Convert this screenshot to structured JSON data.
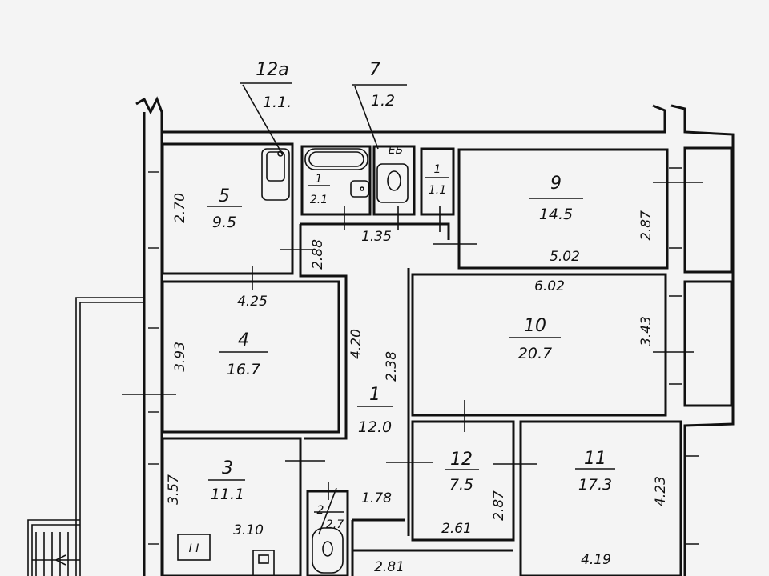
{
  "rooms": {
    "r1": {
      "number": "1",
      "area": "12.0"
    },
    "r3": {
      "number": "3",
      "area": "11.1"
    },
    "r4": {
      "number": "4",
      "area": "16.7"
    },
    "r5": {
      "number": "5",
      "area": "9.5"
    },
    "r9": {
      "number": "9",
      "area": "14.5"
    },
    "r10": {
      "number": "10",
      "area": "20.7"
    },
    "r11": {
      "number": "11",
      "area": "17.3"
    },
    "r12": {
      "number": "12",
      "area": "7.5"
    },
    "r2": {
      "number": "2",
      "area": "2.7"
    },
    "bath": {
      "number": "1",
      "area": "2.1"
    },
    "wc": {
      "number": "1",
      "area": "1.1"
    }
  },
  "callouts": {
    "c12a": {
      "number": "12a",
      "area": "1.1."
    },
    "c7": {
      "number": "7",
      "area": "1.2"
    }
  },
  "dimensions": {
    "d270": "2.70",
    "d425": "4.25",
    "d393": "3.93",
    "d420": "4.20",
    "d238": "2.38",
    "d288": "2.88",
    "d135": "1.35",
    "d287a": "2.87",
    "d502": "5.02",
    "d602": "6.02",
    "d343": "3.43",
    "d357": "3.57",
    "d310": "3.10",
    "d178": "1.78",
    "d287b": "2.87",
    "d261": "2.61",
    "d423": "4.23",
    "d419": "4.19",
    "d281": "2.81"
  },
  "symbols": {
    "meter": "ЕБ",
    "heater": "I I"
  }
}
